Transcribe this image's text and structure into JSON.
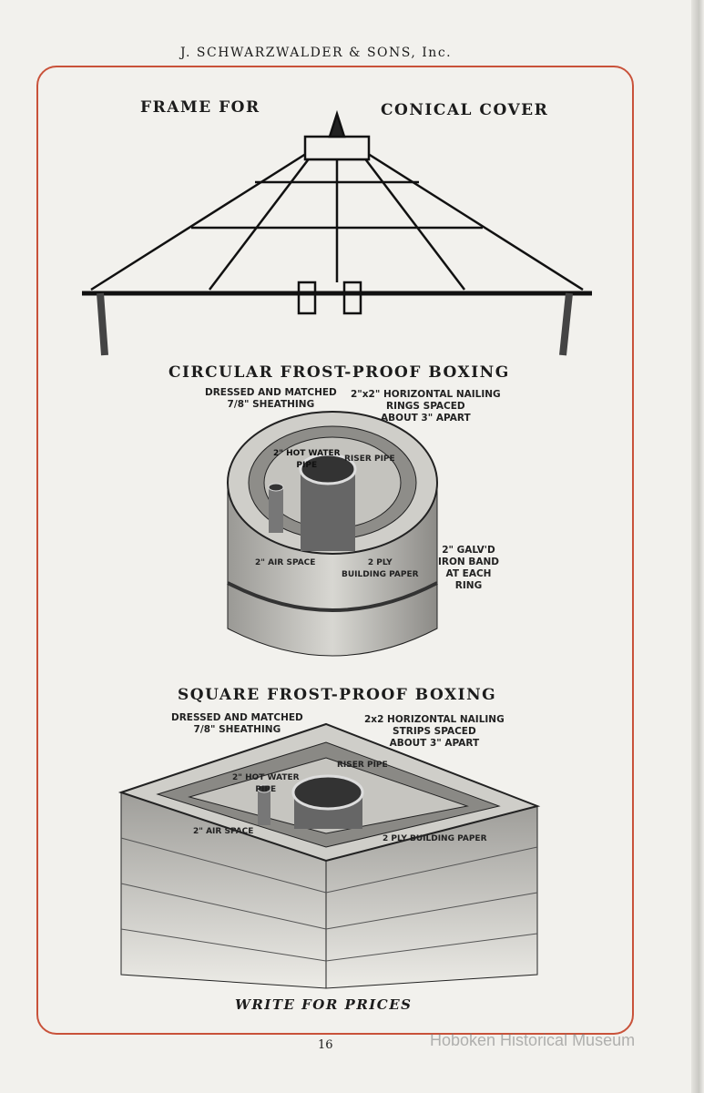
{
  "header": "J. SCHWARZWALDER & SONS, Inc.",
  "sections": {
    "conical": {
      "title_left": "FRAME FOR",
      "title_right": "CONICAL COVER"
    },
    "circular": {
      "title": "CIRCULAR FROST-PROOF BOXING",
      "labels": {
        "sheathing": "DRESSED AND MATCHED\n7/8\" SHEATHING",
        "nailing": "2\"x2\" HORIZONTAL NAILING\nRINGS SPACED\nABOUT 3\" APART",
        "hot_water": "2\" HOT WATER\nPIPE",
        "riser": "RISER PIPE",
        "air": "2\" AIR SPACE",
        "paper": "2 PLY\nBUILDING PAPER",
        "band": "2\" GALV'D\nIRON BAND\nAT EACH\nRING"
      }
    },
    "square": {
      "title": "SQUARE FROST-PROOF BOXING",
      "labels": {
        "sheathing": "DRESSED AND MATCHED\n7/8\" SHEATHING",
        "nailing": "2x2 HORIZONTAL NAILING\nSTRIPS SPACED\nABOUT 3\" APART",
        "hot_water": "2\" HOT WATER\nPIPE",
        "riser": "RISER PIPE",
        "air": "2\" AIR SPACE",
        "paper": "2 PLY BUILDING PAPER"
      }
    }
  },
  "footer": "WRITE FOR PRICES",
  "page_number": "16",
  "watermark": "Hoboken Historical Museum",
  "colors": {
    "border": "#c9523a",
    "paper": "#f2f1ed"
  }
}
